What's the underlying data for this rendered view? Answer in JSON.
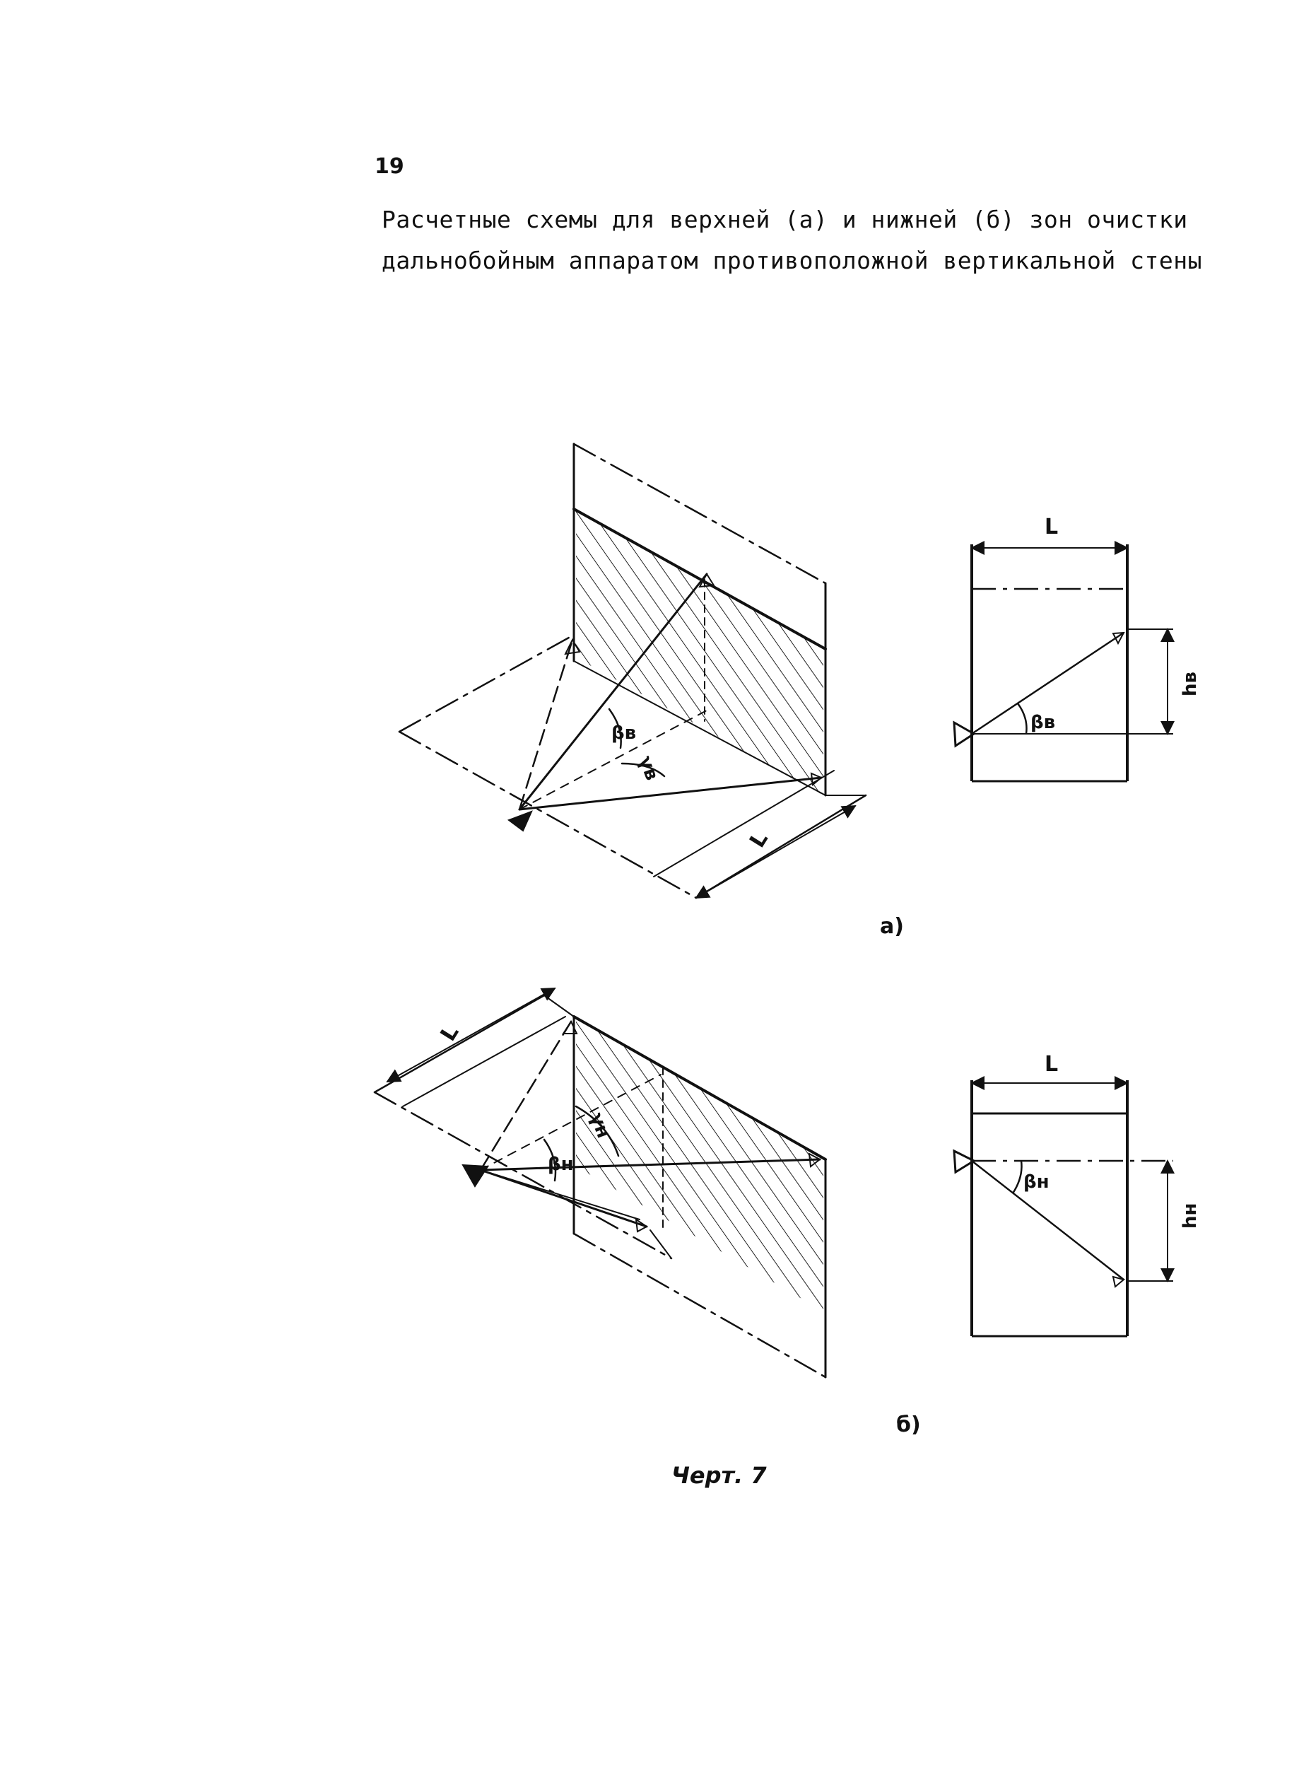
{
  "page_number": "19",
  "title": {
    "line1": "Расчетные схемы для верхней (а) и нижней (б) зон очистки",
    "line2": "дальнобойным аппаратом противоположной вертикальной стены"
  },
  "diagram_a": {
    "label": "а)",
    "iso_angle_beta": "βв",
    "iso_angle_gamma": "γв",
    "iso_length": "L",
    "plan_length": "L",
    "plan_angle": "βв",
    "plan_height": "hв"
  },
  "diagram_b": {
    "label": "б)",
    "iso_angle_beta": "βн",
    "iso_angle_gamma": "γн",
    "iso_length": "L",
    "plan_length": "L",
    "plan_angle": "βн",
    "plan_height": "hн"
  },
  "caption": "Черт. 7"
}
